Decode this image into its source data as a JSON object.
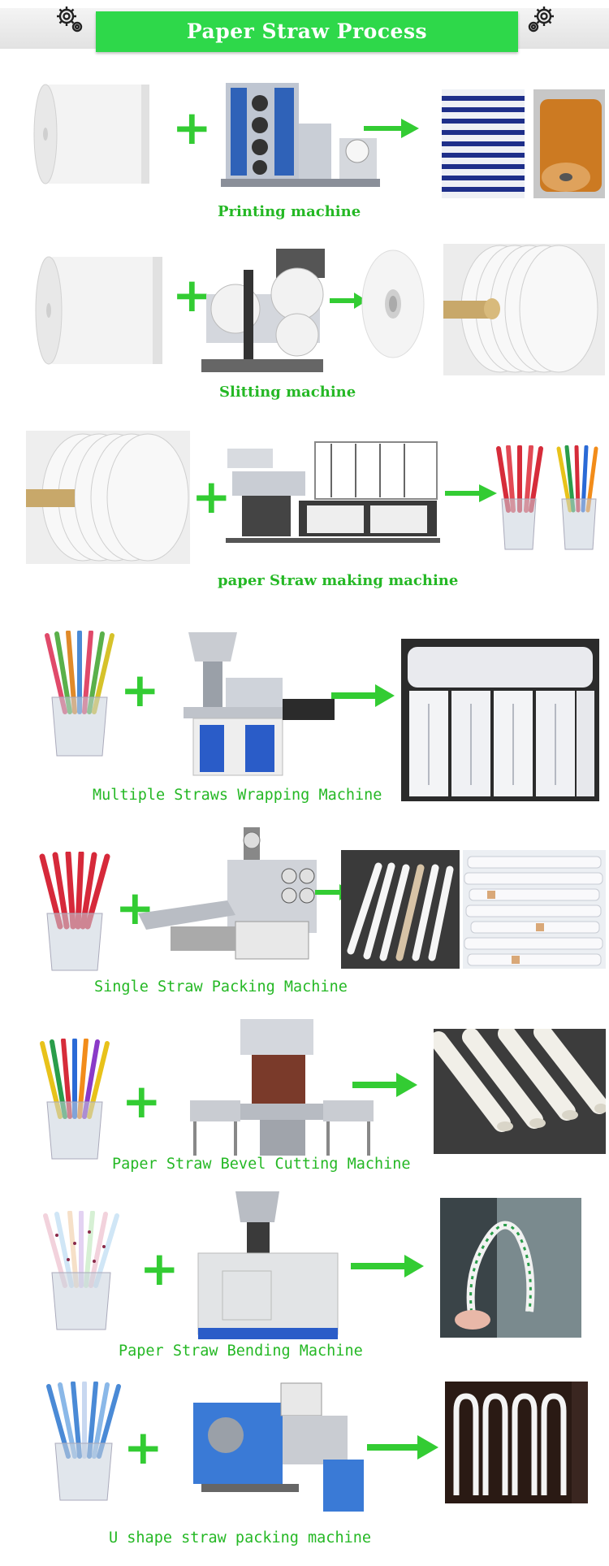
{
  "header": {
    "title": "Paper Straw Process",
    "left_icon": "gears-icon",
    "right_icon": "gears-icon"
  },
  "rows": [
    {
      "caption": "Printing machine"
    },
    {
      "caption": "Slitting machine"
    },
    {
      "caption": "paper Straw making machine"
    },
    {
      "caption": "Multiple Straws Wrapping Machine"
    },
    {
      "caption": "Single Straw Packing Machine"
    },
    {
      "caption": "Paper Straw Bevel Cutting Machine"
    },
    {
      "caption": "Paper Straw Bending Machine"
    },
    {
      "caption": "U shape straw packing machine"
    }
  ],
  "colors": {
    "accent_green": "#2ed84a",
    "caption_green": "#25b825",
    "plus_green": "#33cc33"
  }
}
